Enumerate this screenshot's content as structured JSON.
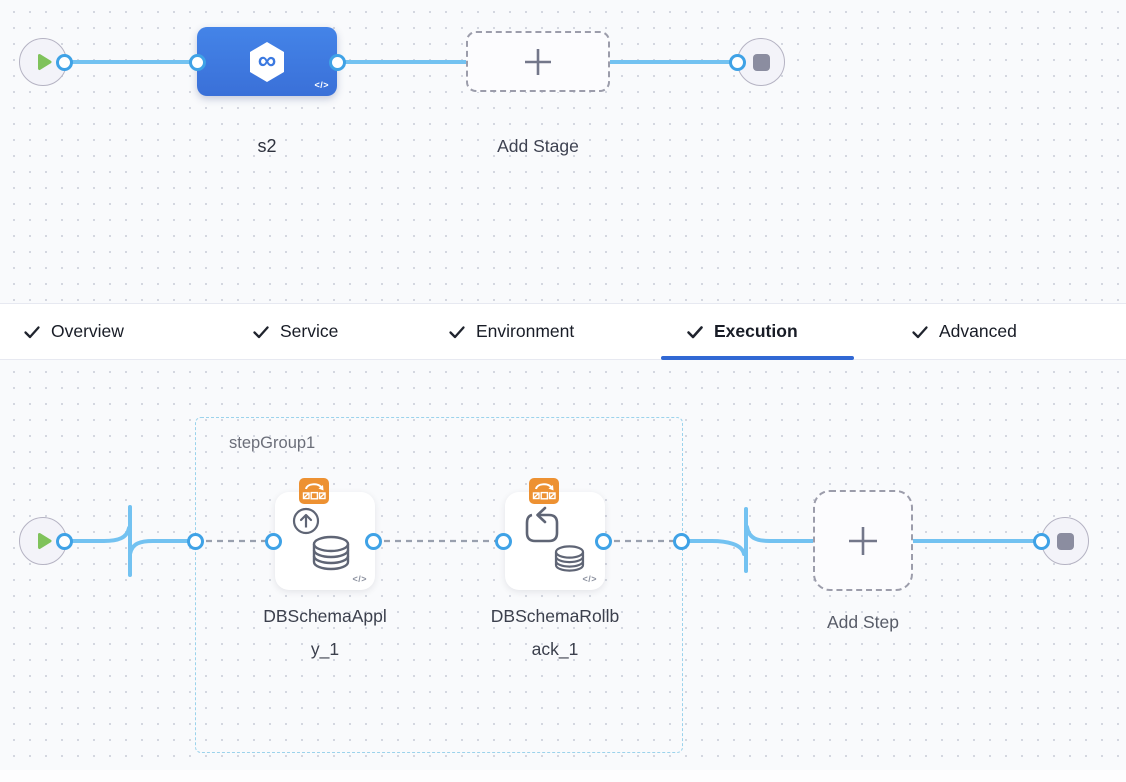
{
  "pipeline_stage_canvas": {
    "stage": {
      "label": "s2"
    },
    "add_stage": {
      "label": "Add Stage"
    }
  },
  "tab_bar": {
    "tabs": [
      {
        "label": "Overview",
        "checked": true,
        "active": false
      },
      {
        "label": "Service",
        "checked": true,
        "active": false
      },
      {
        "label": "Environment",
        "checked": true,
        "active": false
      },
      {
        "label": "Execution",
        "checked": true,
        "active": true
      },
      {
        "label": "Advanced",
        "checked": true,
        "active": false
      }
    ]
  },
  "execution_canvas": {
    "step_group": {
      "label": "stepGroup1"
    },
    "steps": [
      {
        "label": "DBSchemaApply_1",
        "badge_icon": "rolling-orange-badge",
        "type_icon": "db-schema-apply"
      },
      {
        "label": "DBSchemaRollback_1",
        "badge_icon": "rolling-orange-badge",
        "type_icon": "db-schema-rollback"
      }
    ],
    "add_step": {
      "label": "Add Step"
    }
  },
  "icons": {
    "code_glyph": "</>",
    "infinity_glyph": "∞",
    "plus": "+",
    "check": "✓",
    "play": "start-triangle",
    "stop": "stop-square"
  },
  "colors": {
    "edge_blue": "#73c2f1",
    "port_blue": "#3fa2e6",
    "accent_blue": "#3168d4",
    "stage_node_blue": "#3d7ce0",
    "badge_orange": "#ed9132",
    "play_green": "#7fc25b",
    "dashed_gray": "#99a0ae",
    "group_border": "#9cd3ec"
  }
}
